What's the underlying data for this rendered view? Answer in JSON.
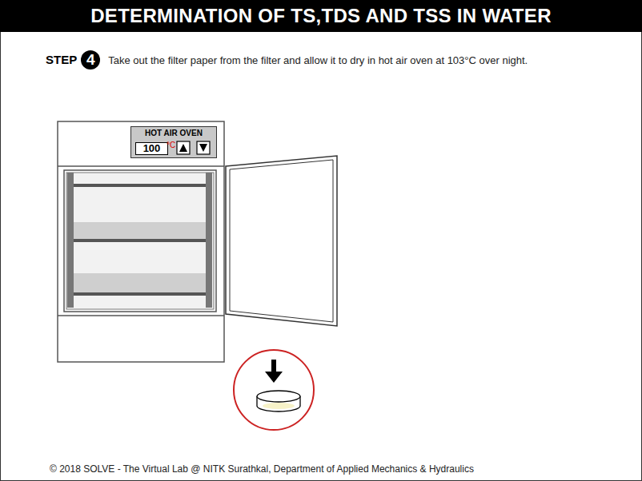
{
  "diagram": {
    "title": "DETERMINATION OF TS,TDS AND TSS IN WATER",
    "nodes": [
      {
        "text": [
          "4"
        ]
      },
      {
        "text": [
          "HOT AIR OVEN"
        ]
      },
      {
        "text": [
          "100"
        ],
        "in": 1
      }
    ],
    "labels": [
      "STEP",
      "Take out the filter paper from the filter and allow it to dry in hot air oven at 103°C over night.",
      "°C",
      "© 2018 SOLVE - The Virtual Lab @ NITK Surathkal, Department of Applied Mechanics & Hydraulics"
    ]
  }
}
